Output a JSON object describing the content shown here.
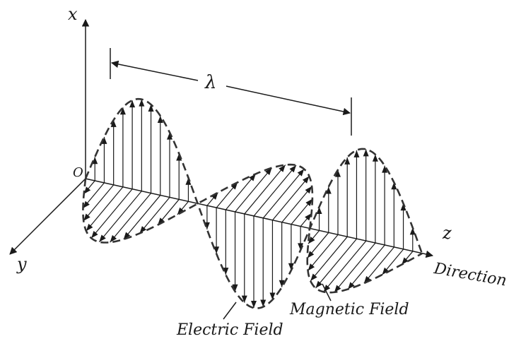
{
  "labels": {
    "axis_x": "x",
    "axis_y": "y",
    "axis_z": "z",
    "origin": "O",
    "wavelength": "λ",
    "direction": "Direction",
    "electric_field": "Electric Field",
    "magnetic_field": "Magnetic Field"
  },
  "colors": {
    "ink": "#1a1a1a",
    "outline": "#333333",
    "background": "#ffffff"
  }
}
